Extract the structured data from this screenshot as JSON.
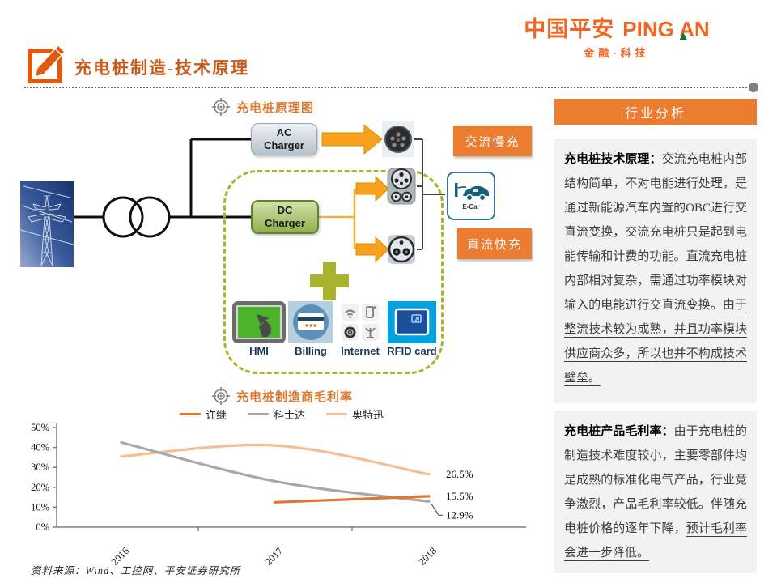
{
  "logo": {
    "cn": "中国平安",
    "en": "PING AN",
    "tagline": "金融·科技"
  },
  "header": {
    "title": "充电桩制造-技术原理"
  },
  "diagram": {
    "section_label": "充电桩原理图",
    "ac_charger": "AC Charger",
    "dc_charger": "DC Charger",
    "ac_mode_label": "交流慢充",
    "dc_mode_label": "直流快充",
    "ecar_label": "E-Car",
    "component_labels": [
      "HMI",
      "Billing",
      "Internet",
      "RFID card"
    ]
  },
  "chart": {
    "section_label": "充电桩制造商毛利率"
  },
  "chart_data": {
    "type": "line",
    "title": "充电桩制造商毛利率",
    "x": [
      "2016",
      "2017",
      "2018"
    ],
    "series": [
      {
        "name": "许继",
        "color": "#E2752F",
        "values": [
          null,
          12.5,
          15.5
        ],
        "end_label": "15.5%",
        "label_dy": 0,
        "connector": false
      },
      {
        "name": "科士达",
        "color": "#A8A8A8",
        "values": [
          42.5,
          23.0,
          12.9
        ],
        "end_label": "12.9%",
        "label_dy": 17,
        "connector": true
      },
      {
        "name": "奥特迅",
        "color": "#F5BE93",
        "values": [
          35.5,
          41.0,
          26.5
        ],
        "end_label": "26.5%",
        "label_dy": 0,
        "connector": false
      }
    ],
    "ylim": [
      0,
      50
    ],
    "ytick_step": 10,
    "ytick_suffix": "%",
    "legend_position": "top",
    "grid": false
  },
  "sidebar": {
    "header": "行业分析",
    "para1_bold": "充电桩技术原理：",
    "para1_text": "交流充电桩内部结构简单，不对电能进行处理，是通过新能源汽车内置的OBC进行交直流变换，交流充电桩只是起到电能传输和计费的功能。直流充电桩内部相对复杂，需通过功率模块对输入的电能进行交直流变换。",
    "para1_underline": "由于整流技术较为成熟，并且功率模块供应商众多，所以也并不构成技术壁垒。",
    "para2_bold": "充电桩产品毛利率：",
    "para2_text": "由于充电桩的制造技术难度较小，主要零部件均是成熟的标准化电气产品，行业竞争激烈，产品毛利率较低。伴随充电桩价格的逐年下降，",
    "para2_underline": "预计毛利率会进一步降低。"
  },
  "footer": {
    "source": "资料来源：Wind、工控网、平安证券研究所"
  }
}
